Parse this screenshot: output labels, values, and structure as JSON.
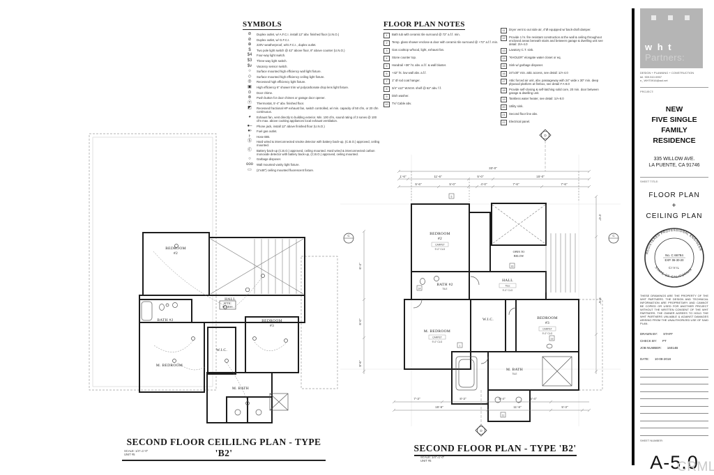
{
  "symbols": {
    "title": "SYMBOLS",
    "items": [
      {
        "g": "⊘",
        "t": "Duplex outlet, w/ A.F.C.I. install 12\" abv. finished floor (U.N.O.)"
      },
      {
        "g": "⊘",
        "t": "Duplex outlet, w/ G.F.C.I."
      },
      {
        "g": "⊕",
        "t": "220V weatherproof, w/G.F.C.I., duplex outlet."
      },
      {
        "g": "$",
        "t": "Two pole light switch @ 42\" above floor, 8\" above counter (U.N.O.)"
      },
      {
        "g": "$4",
        "t": "Four-way light switch."
      },
      {
        "g": "$3",
        "t": "Three-way light switch."
      },
      {
        "g": "$v",
        "t": "Vacancy sensor switch."
      },
      {
        "g": "○",
        "t": "Surface mounted high efficiency wall light fixture."
      },
      {
        "g": "◇",
        "t": "Surface mounted high efficiency ceiling light fixture."
      },
      {
        "g": "◎",
        "t": "Recessed high efficiency light fixture."
      },
      {
        "g": "▣",
        "t": "High efficiency 6\" shower trim w/ polycarbonate drop lens light fixture."
      },
      {
        "g": "⊙",
        "t": "Door chime."
      },
      {
        "g": "⊚",
        "t": "Push button for door chimes or garage door opener."
      },
      {
        "g": "Ⓣ",
        "t": "Thermostat, 5'-4\" abv. finished floor."
      },
      {
        "g": "◩",
        "t": "Recessed fractional HP exhaust fan, switch controlled, w/ min. capacity of 50 cfm, or 20 cfm continuous."
      },
      {
        "g": "◕",
        "t": "Exhaust fan, vent directly to building exterior. Min. 100 cfm, sound rating of 3 sones @ 100 cfm max. above cooking appliances local exhaust ventilation."
      },
      {
        "g": "●–",
        "t": "Phone jack, install 12\" above finished floor (U.N.O.)"
      },
      {
        "g": "●›",
        "t": "Fuel gas outlet."
      },
      {
        "g": "⊦",
        "t": "Hose BIB."
      },
      {
        "g": "Ⓢ",
        "t": "Hard wired & interconnected smoke detector with battery back-up, (C.B.O.) approved, ceiling mounted."
      },
      {
        "g": "Ⓒ",
        "t": "Battery back-up (C.B.O.) approved, ceiling mounted. Hard wired & interconnected carbon monoxide detector with battery back-up, (C.B.O.) approved, ceiling mounted."
      },
      {
        "g": "○",
        "t": "Garbage disposer."
      },
      {
        "g": "ooo",
        "t": "Wall mounted vanity light fixture."
      },
      {
        "g": "▭",
        "t": "(2'x48\") ceiling mounted fluorescent fixture."
      }
    ]
  },
  "floor_plan_notes": {
    "title": "FLOOR PLAN NOTES",
    "col1": [
      {
        "n": "1",
        "t": "Bath tub with ceramic tile surround @ 72\" a.f.f. min."
      },
      {
        "n": "2",
        "t": "Temp. glass shower enclose & door with ceramic tile surround @ +72\" a.f.f. min."
      },
      {
        "n": "3",
        "t": "Gas cooktop w/hood, light, exhaust fan."
      },
      {
        "n": "4",
        "t": "Stone counter top."
      },
      {
        "n": "5",
        "t": "Handrail +36\" ht. abv. a.f.f. & wall bluster."
      },
      {
        "n": "6",
        "t": "+42\" ht. low wall abv. a.f.f."
      },
      {
        "n": "7",
        "t": "1\" Ø rod coat hanger."
      },
      {
        "n": "8",
        "t": "3/4\" x12\" W.M.M. shelf @ 62\" abv. f.f."
      },
      {
        "n": "9",
        "t": "Dish washer."
      },
      {
        "n": "10",
        "t": "TV/ Cable abv."
      }
    ],
    "col2": [
      {
        "n": "11",
        "t": "Dryer vent to out side air, 4\"Ø equipped w/ back-draft damper."
      },
      {
        "n": "12",
        "t": "Provide 1 hr. fire resistant construction at the wall & ceiling throughout enclosed areas beneath stairs and between garage & dwelling unit see detail: 2/A-4.0"
      },
      {
        "n": "13",
        "t": "Lavatory C.T. sink."
      },
      {
        "n": "14",
        "t": "\"KHOLER\" elongate water closet or eq."
      },
      {
        "n": "15",
        "t": "Sink w/ garbage disposer."
      },
      {
        "n": "16",
        "t": "24\"x30\" min. attic access, see detail: 1/A-4.0"
      },
      {
        "n": "17",
        "t": "Attic forced air unit, abv. passageway with 24\" wide x 30\" min. deep plywood platform at firebox, see detail # A-8.0"
      },
      {
        "n": "18",
        "t": "Provide self-closing & self-latching solid core, 20 min. door between garage & dwelling unit."
      },
      {
        "n": "19",
        "t": "Tankless water heater, see detail: 1/A-8.0"
      },
      {
        "n": "20",
        "t": "Utility sink."
      },
      {
        "n": "21",
        "t": "Second floor line abv."
      },
      {
        "n": "22",
        "t": "Electrical panel."
      }
    ]
  },
  "ceiling_plan": {
    "title": "SECOND FLOOR CEILILNG PLAN - TYPE 'B2'",
    "scale": "SCALE: 1/4\"=1'-0\"",
    "unit": "UNIT #5",
    "rooms": {
      "bedroom2_l1": "BEDROOM",
      "bedroom2_l2": "#2",
      "hall": "HALL",
      "bath2": "BATH #2",
      "mbedroom": "M. BEDROOM",
      "wic": "W.I.C.",
      "bedroom3_l1": "BEDROOM",
      "bedroom3_l2": "#3",
      "mbath": "M. BATH",
      "attic_l1": "ATTIC",
      "attic_l2": "ACCESS"
    }
  },
  "floor_plan": {
    "title": "SECOND FLOOR PLAN - TYPE 'B2'",
    "scale": "SCALE: 1/4\"=1'-0\"",
    "unit": "UNIT #5",
    "rooms": {
      "bedroom2_l1": "BEDROOM",
      "bedroom2_l2": "#2",
      "hall": "HALL",
      "bath2": "BATH #2",
      "mbedroom": "M. BEDROOM",
      "wic": "W.I.C.",
      "bedroom3_l1": "BEDROOM",
      "bedroom3_l2": "#3",
      "mbath": "M. BATH",
      "open_l1": "OPEN TO",
      "open_l2": "BELOW"
    },
    "tags": {
      "carpet": "CARPET",
      "tile": "TILE",
      "clg": "9'-0\" CLG"
    },
    "dims": [
      "33'-0\"",
      "1'-6\"",
      "11'-6\"",
      "5'-0\"",
      "15'-0\"",
      "5'-6\"",
      "5'-0\"",
      "4'-0\"",
      "7'-6\"",
      "7'-6\"",
      "7'-3\"",
      "8'-3\"",
      "5'-4\"",
      "5'-4\"",
      "15'-6\"",
      "11'-6\"",
      "5'-3\"",
      "4'-0\"",
      "8'-6\"",
      "6'-4\"",
      "6'-0\"",
      "8'-6\""
    ],
    "markers": {
      "d": "D",
      "c": "C"
    },
    "callouts": [
      "5",
      "16",
      "1",
      "14",
      "13",
      "11"
    ]
  },
  "titleblock": {
    "logo": {
      "brand": "w h t",
      "brand_rest": "Partners:",
      "tagline": "DESIGN + PLANNING + CONSTRUCTION",
      "phone": "tel. 909.510.0957",
      "email": "e_ WHT0916@aol.net"
    },
    "project_label": "PROJECT:",
    "project_line1": "NEW",
    "project_line2": "FIVE SINGLE",
    "project_line3": "FAMILY RESIDENCE",
    "address_line1": "335 WILLOW AVE.",
    "address_line2": "LA PUENTE, CA 91746",
    "sheet_title_label": "SHEET TITLE:",
    "sheet_title_line1": "FLOOR PLAN",
    "sheet_title_line2": "+",
    "sheet_title_line3": "CEILING PLAN",
    "stamp": {
      "ring_top": "REGISTERED PROFESSIONAL ENGINEER",
      "ring_bottom": "STATE OF CALIFORNIA",
      "no": "No. C 66784",
      "exp": "EXP. 06-30-20",
      "discipline": "CIVIL"
    },
    "disclaimer": "THESE DRAWINGS ARE THE PROPERTY OF THE WHT PARTNERS. THE DESIGN AND TECHNICAL INFORMATION ARE PROPRIETARY AND CANNOT BE COPIED OR USED FOR ANOTHER PROJECT WITHOUT THE WRITTEN CONSENT OF THE WHT PARTNERS. THE OWNER AGREES TO HOLD THE WHT PARTNERS UNLIABLE & AGAINST DAMAGES ARISING FROM THE UNAUTHORIZED USE OF SAID PLAN.",
    "fields": {
      "drawn_by_label": "DRAWN BY:",
      "drawn_by": "STAFF",
      "check_by_label": "CHECK BY:",
      "check_by": "PT",
      "job_label": "JOB NUMBER:",
      "job": "16014B",
      "date_label": "DATE:",
      "date": "10-08-2018"
    },
    "sheet_number_label": "SHEET NUMBER:",
    "sheet_number": "A-5.0"
  },
  "watermark": "CRMLS"
}
